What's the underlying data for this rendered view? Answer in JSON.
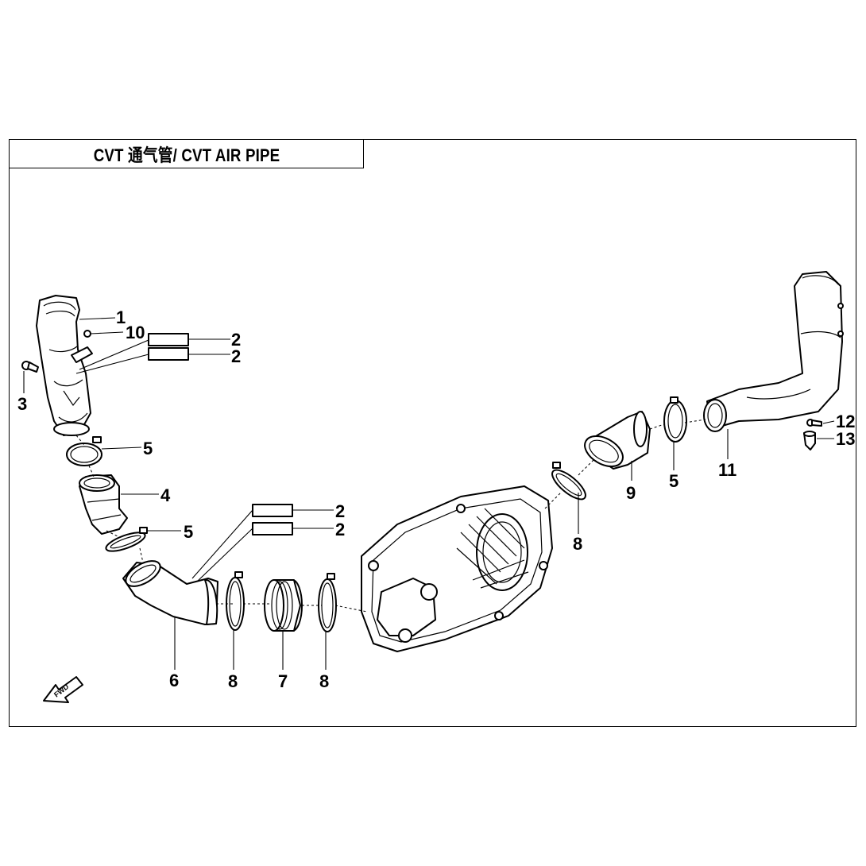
{
  "title": "CVT 通气管/ CVT AIR PIPE",
  "callouts": {
    "c1": "1",
    "c10": "10",
    "c2a": "2",
    "c2b": "2",
    "c3": "3",
    "c5a": "5",
    "c4": "4",
    "c5b": "5",
    "c2c": "2",
    "c2d": "2",
    "c6": "6",
    "c8a": "8",
    "c7": "7",
    "c8b": "8",
    "c8c": "8",
    "c9": "9",
    "c5c": "5",
    "c11": "11",
    "c12": "12",
    "c13": "13"
  },
  "fwd_label": "FWD",
  "icons": [
    "fwd-arrow-icon"
  ]
}
